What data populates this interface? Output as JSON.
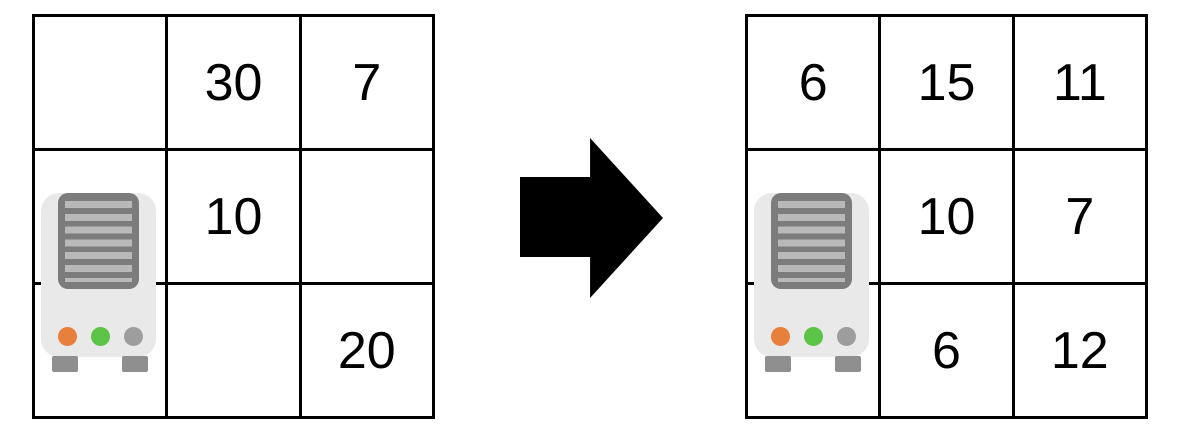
{
  "before_grid": {
    "rows": [
      [
        "",
        "30",
        "7"
      ],
      [
        "",
        "10",
        ""
      ],
      [
        "",
        "",
        "20"
      ]
    ]
  },
  "after_grid": {
    "rows": [
      [
        "6",
        "15",
        "11"
      ],
      [
        "",
        "10",
        "7"
      ],
      [
        "",
        "6",
        "12"
      ]
    ]
  },
  "icons": {
    "server": {
      "lights": [
        "#E8803C",
        "#5BC345",
        "#9D9D9D"
      ],
      "body_color": "#E9E9E9",
      "grille_color": "#7C7C7C",
      "stripe_color": "#B9B9B9",
      "feet_color": "#8F8F8F"
    },
    "arrow": {
      "direction": "right",
      "color": "#000000"
    }
  },
  "colors": {
    "grid_line": "#000000",
    "background": "#FFFFFF",
    "text": "#000000"
  }
}
